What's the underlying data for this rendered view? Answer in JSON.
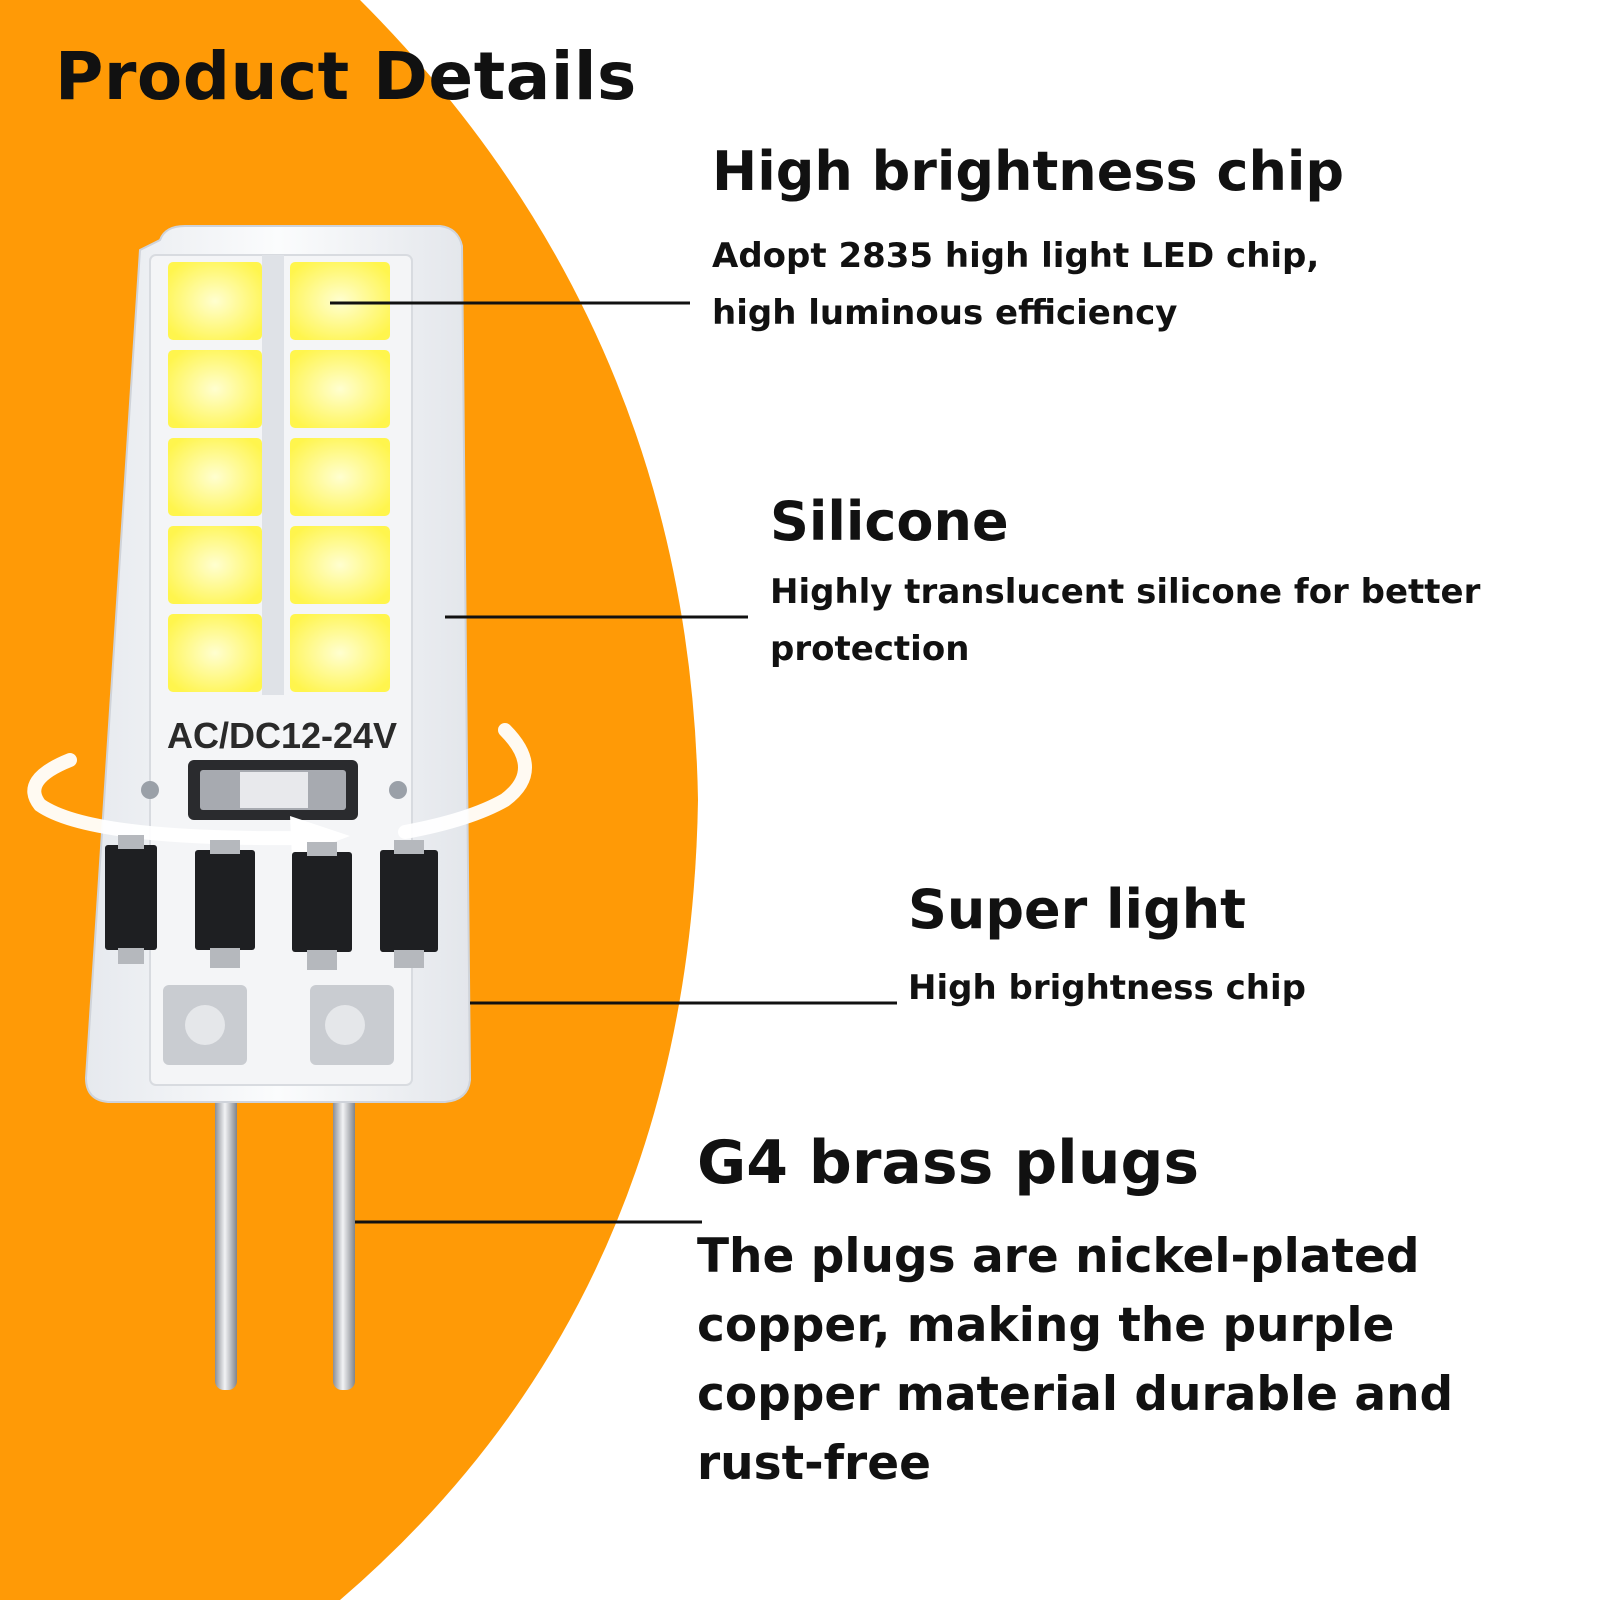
{
  "page_title": "Product Details",
  "colors": {
    "background_accent": "#FF9A06",
    "text": "#111111",
    "led": "#FFF85A"
  },
  "bulb": {
    "voltage_label": "AC/DC12-24V"
  },
  "features": [
    {
      "title": "High brightness chip",
      "lines": [
        "Adopt 2835 high light LED chip,",
        "high luminous efficiency"
      ]
    },
    {
      "title": "Silicone",
      "lines": [
        "Highly translucent silicone for better",
        "protection"
      ]
    },
    {
      "title": "Super light",
      "lines": [
        "High brightness chip"
      ]
    },
    {
      "title": "G4 brass plugs",
      "lines": [
        "The plugs are nickel-plated",
        "copper, making the purple",
        "copper material durable and",
        "rust-free"
      ]
    }
  ]
}
